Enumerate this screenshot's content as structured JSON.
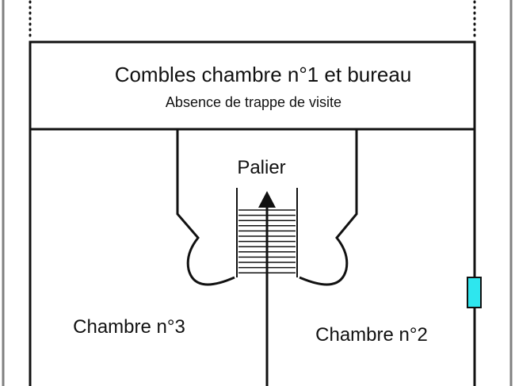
{
  "rooms": {
    "attic": {
      "title": "Combles chambre n°1 et bureau",
      "subtitle": "Absence de trappe de visite"
    },
    "landing": "Palier",
    "bedroom_3": "Chambre n°3",
    "bedroom_2": "Chambre n°2"
  },
  "colors": {
    "frame": "#808080",
    "wall": "#111111",
    "window": "#2ee6ee",
    "background": "#ffffff"
  },
  "icons": {
    "stair_arrow": "arrow-up-icon",
    "window": "window-icon"
  }
}
